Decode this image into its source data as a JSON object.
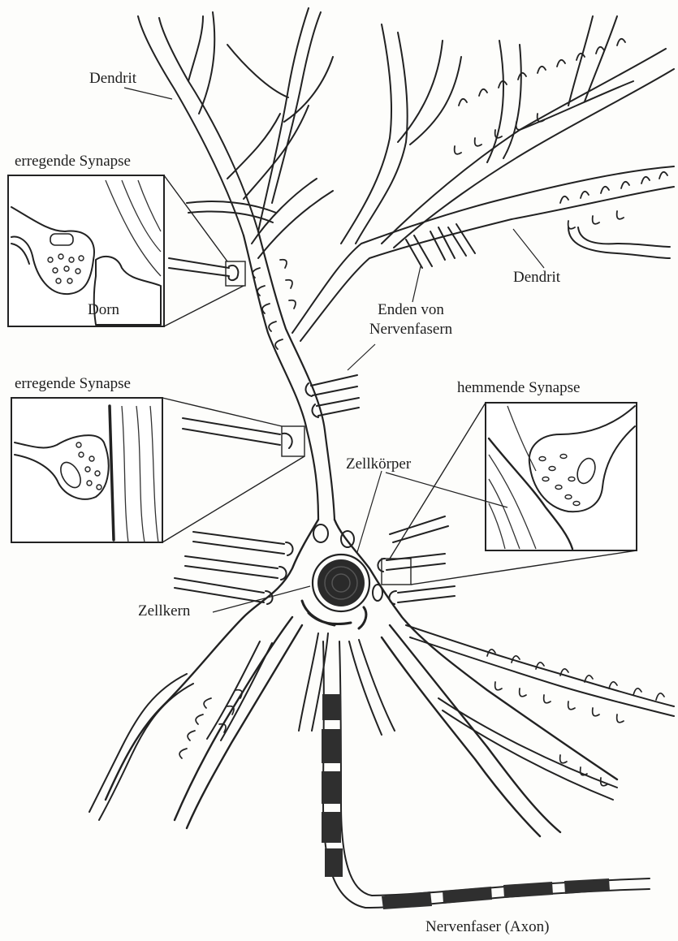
{
  "labels": {
    "dendrite_top": "Dendrit",
    "dendrite_right": "Dendrit",
    "excitatory_synapse_top": "erregende Synapse",
    "spine": "Dorn",
    "nerve_fiber_endings_line1": "Enden von",
    "nerve_fiber_endings_line2": "Nervenfasern",
    "excitatory_synapse_middle": "erregende Synapse",
    "inhibitory_synapse": "hemmende Synapse",
    "cell_body": "Zellkörper",
    "cell_nucleus": "Zellkern",
    "axon": "Nervenfaser (Axon)"
  },
  "colors": {
    "ink": "#222222",
    "myelin": "#2f2f2f",
    "background": "#fdfdfb"
  }
}
